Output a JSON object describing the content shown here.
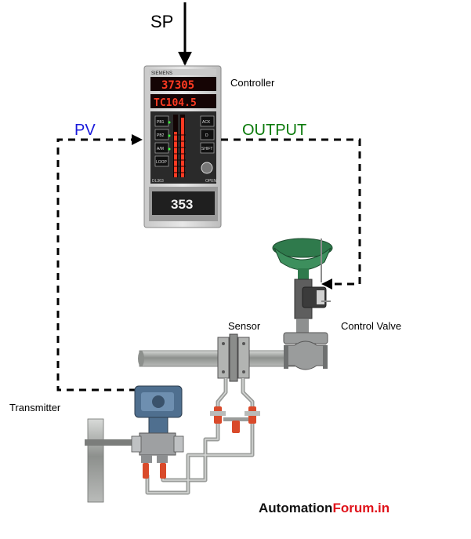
{
  "labels": {
    "sp": "SP",
    "pv": "PV",
    "output": "OUTPUT",
    "controller": "Controller",
    "sensor": "Sensor",
    "control_valve": "Control Valve",
    "transmitter": "Transmitter"
  },
  "controller_display": {
    "brand": "SIEMENS",
    "top_readout": "37305",
    "second_readout": "TC104.5",
    "buttons_left": [
      "PB1",
      "PB2",
      "A/M",
      "LOOP"
    ],
    "buttons_right": [
      "ACK",
      "D",
      "SHIFT"
    ],
    "model": "DL363",
    "footer_right": "OPEN",
    "bottom_readout": "353"
  },
  "watermark": {
    "part1": "Automation",
    "part2": "Forum.in"
  },
  "colors": {
    "pv": "#1a1adb",
    "output": "#0a7a0a",
    "watermark_part1": "#111111",
    "watermark_part2": "#e0121a",
    "line": "#000000",
    "valve_green": "#2f7a4c",
    "transmitter_blue": "#4f6f8f",
    "pipe_grey": "#a8aaa8",
    "red_fitting": "#d94a2a"
  }
}
